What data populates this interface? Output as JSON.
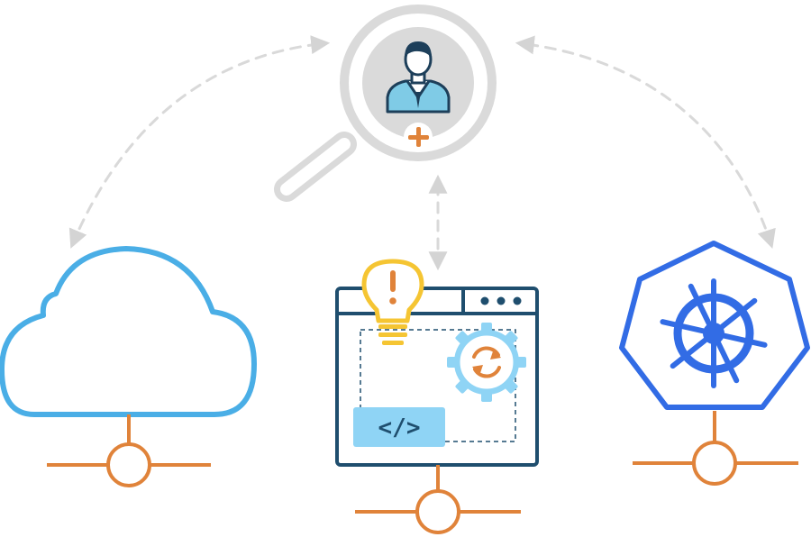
{
  "diagram": {
    "nodes": [
      {
        "id": "user-search",
        "icon": "magnifier-user-add-icon"
      },
      {
        "id": "cloud",
        "icon": "cloud-icon"
      },
      {
        "id": "app-window",
        "icon": "code-window-icon",
        "code_label": "</>"
      },
      {
        "id": "kubernetes",
        "icon": "kubernetes-helm-icon"
      }
    ],
    "connections": [
      {
        "from": "cloud",
        "to": "user-search",
        "style": "dashed",
        "arrows": "both"
      },
      {
        "from": "app-window",
        "to": "user-search",
        "style": "dashed",
        "arrows": "both"
      },
      {
        "from": "kubernetes",
        "to": "user-search",
        "style": "dashed",
        "arrows": "both"
      }
    ],
    "colors": {
      "connector": "#e0833a",
      "dashed_arrow": "#d9d9d9",
      "magnifier": "#dadada",
      "cloud": "#4aaee6",
      "window_stroke": "#1f4e6e",
      "window_accent": "#8fd4f5",
      "bulb": "#f5c533",
      "refresh": "#e0833a",
      "kubernetes": "#326ce5",
      "user_body": "#7fcbe6",
      "plus": "#e0833a"
    }
  }
}
